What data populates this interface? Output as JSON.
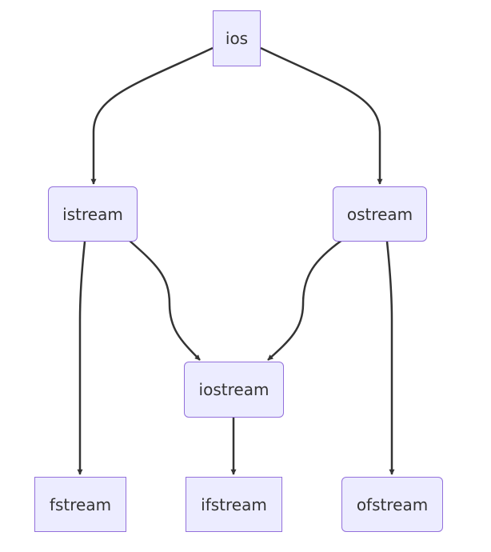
{
  "diagram": {
    "nodes": {
      "ios": "ios",
      "istream": "istream",
      "ostream": "ostream",
      "iostream": "iostream",
      "fstream": "fstream",
      "ifstream": "ifstream",
      "ofstream": "ofstream"
    },
    "edges": [
      {
        "from": "ios",
        "to": "istream"
      },
      {
        "from": "ios",
        "to": "ostream"
      },
      {
        "from": "istream",
        "to": "iostream"
      },
      {
        "from": "ostream",
        "to": "iostream"
      },
      {
        "from": "istream",
        "to": "fstream"
      },
      {
        "from": "iostream",
        "to": "ifstream"
      },
      {
        "from": "ostream",
        "to": "ofstream"
      }
    ],
    "colors": {
      "node_fill": "#ececff",
      "node_border": "#9370db",
      "edge": "#333333",
      "text": "#333333"
    }
  }
}
